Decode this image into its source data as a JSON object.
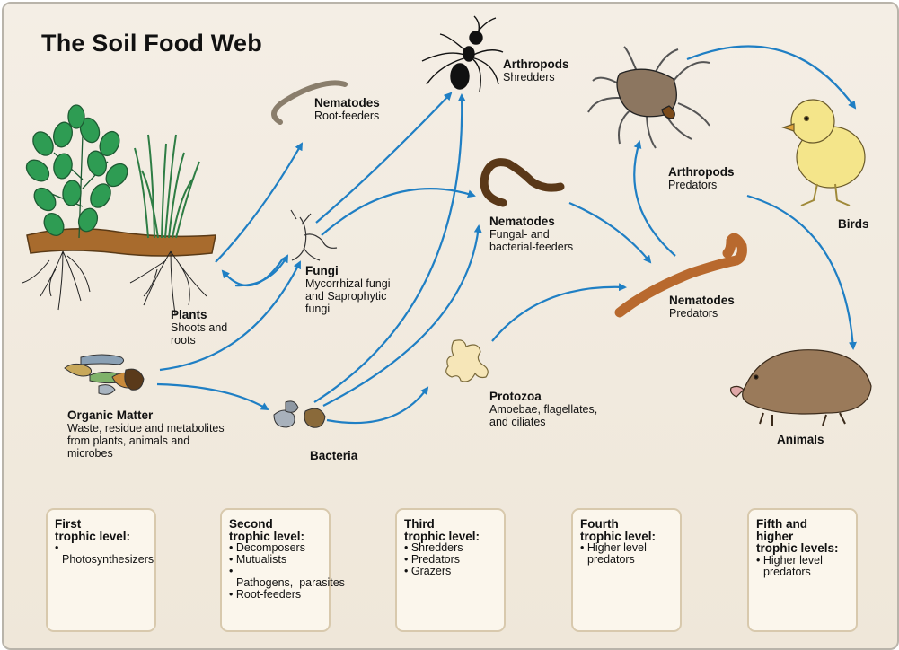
{
  "title": "The Soil Food Web",
  "organisms": {
    "plants": {
      "name": "Plants",
      "desc": "Shoots and\nroots"
    },
    "organic_matter": {
      "name": "Organic Matter",
      "desc": "Waste, residue and metabolites\nfrom plants, animals and\nmicrobes"
    },
    "bacteria": {
      "name": "Bacteria"
    },
    "fungi": {
      "name": "Fungi",
      "desc": "Mycorrhizal fungi\nand Saprophytic\nfungi"
    },
    "nematodes_root": {
      "name": "Nematodes",
      "desc": "Root-feeders"
    },
    "arthropods_shred": {
      "name": "Arthropods",
      "desc": "Shredders"
    },
    "nematodes_fungal": {
      "name": "Nematodes",
      "desc": "Fungal- and\nbacterial-feeders"
    },
    "protozoa": {
      "name": "Protozoa",
      "desc": "Amoebae, flagellates,\nand ciliates"
    },
    "arthropods_pred": {
      "name": "Arthropods",
      "desc": "Predators"
    },
    "nematodes_pred": {
      "name": "Nematodes",
      "desc": "Predators"
    },
    "birds": {
      "name": "Birds"
    },
    "animals": {
      "name": "Animals"
    }
  },
  "trophic_levels": [
    {
      "title": "First\ntrophic level:",
      "items": [
        "• Photosynthesizers"
      ]
    },
    {
      "title": "Second\ntrophic level:",
      "items": [
        "• Decomposers",
        "• Mutualists",
        "• Pathogens,  parasites",
        "• Root-feeders"
      ]
    },
    {
      "title": "Third\ntrophic level:",
      "items": [
        "• Shredders",
        "• Predators",
        "• Grazers"
      ]
    },
    {
      "title": "Fourth\ntrophic level:",
      "items": [
        "• Higher level predators"
      ]
    },
    {
      "title": "Fifth and\nhigher\ntrophic levels:",
      "items": [
        "• Higher level predators"
      ]
    }
  ],
  "colors": {
    "arrow": "#1f7fc4",
    "soil": "#a86b2d",
    "leaf": "#2e9c53",
    "frame_bg": "#f1eadf",
    "box_border": "#d8c9ad"
  }
}
